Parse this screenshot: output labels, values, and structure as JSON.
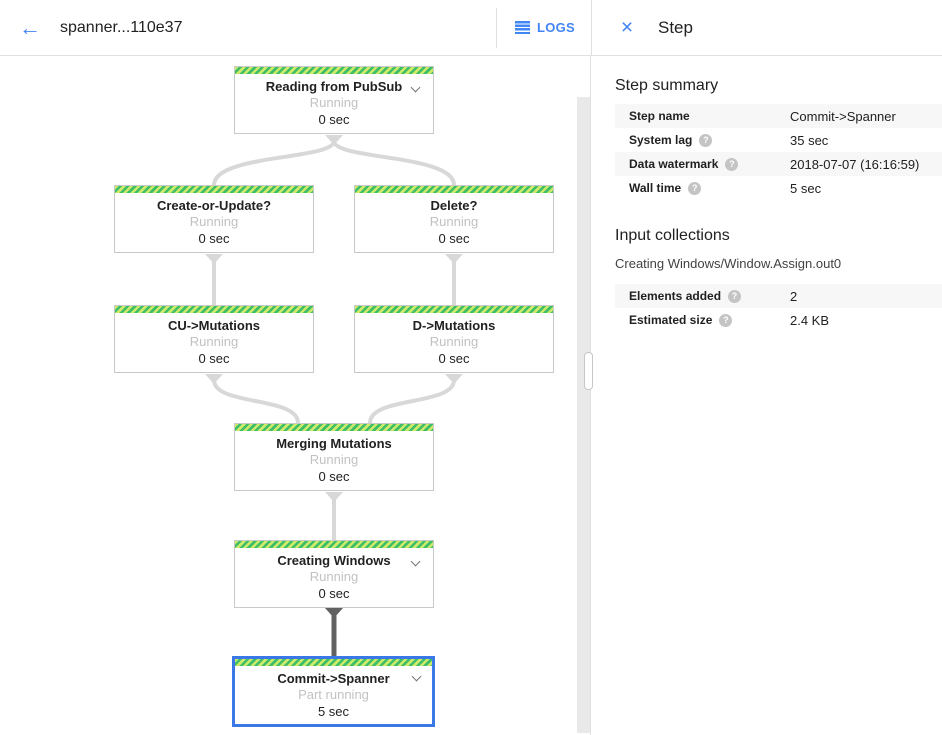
{
  "header": {
    "job_title": "spanner...110e37",
    "logs_label": "LOGS",
    "panel_title": "Step"
  },
  "icons": {
    "back_arrow": "←",
    "close": "×",
    "help": "?",
    "logs_icon": "list-lines",
    "chevron": "chevron-down"
  },
  "colors": {
    "accent_blue": "#4285f4",
    "selected_border_blue": "#3b78e7",
    "running_stripe_green": "#3fbe68",
    "running_stripe_lime": "#cdea6b",
    "edge_gray": "#d8d8d8",
    "edge_dark": "#616161",
    "status_gray": "#c2c2c2"
  },
  "graph": {
    "nodes": [
      {
        "title": "Reading from PubSub",
        "status": "Running",
        "time": "0 sec"
      },
      {
        "title": "Create-or-Update?",
        "status": "Running",
        "time": "0 sec"
      },
      {
        "title": "Delete?",
        "status": "Running",
        "time": "0 sec"
      },
      {
        "title": "CU->Mutations",
        "status": "Running",
        "time": "0 sec"
      },
      {
        "title": "D->Mutations",
        "status": "Running",
        "time": "0 sec"
      },
      {
        "title": "Merging Mutations",
        "status": "Running",
        "time": "0 sec"
      },
      {
        "title": "Creating Windows",
        "status": "Running",
        "time": "0 sec"
      },
      {
        "title": "Commit->Spanner",
        "status": "Part running",
        "time": "5 sec"
      }
    ]
  },
  "panel": {
    "summary": {
      "heading": "Step summary",
      "rows": [
        {
          "label": "Step name",
          "value": "Commit->Spanner"
        },
        {
          "label": "System lag",
          "value": "35 sec"
        },
        {
          "label": "Data watermark",
          "value": "2018-07-07 (16:16:59)"
        },
        {
          "label": "Wall time",
          "value": "5 sec"
        }
      ]
    },
    "input_collections": {
      "heading": "Input collections",
      "collection_name": "Creating Windows/Window.Assign.out0",
      "rows": [
        {
          "label": "Elements added",
          "value": "2"
        },
        {
          "label": "Estimated size",
          "value": "2.4 KB"
        }
      ]
    }
  }
}
